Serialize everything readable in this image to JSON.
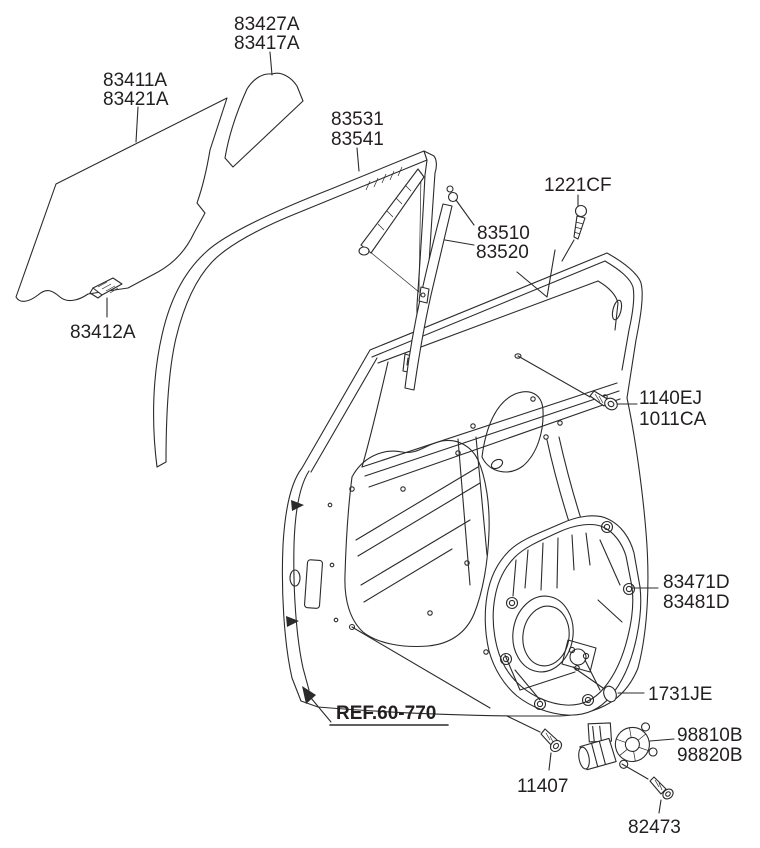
{
  "style": {
    "background": "#ffffff",
    "line_color": "#2b2b2b",
    "text_color": "#231f20"
  },
  "callouts": {
    "quarter_fixed_glass": {
      "lines": [
        "83427A",
        "83417A"
      ]
    },
    "door_window_glass": {
      "lines": [
        "83411A",
        "83421A"
      ]
    },
    "glass_grip": {
      "lines": [
        "83412A"
      ]
    },
    "glass_run_channel": {
      "lines": [
        "83531",
        "83541"
      ]
    },
    "rear_glass_run": {
      "lines": [
        "83510",
        "83520"
      ]
    },
    "upper_screw": {
      "lines": [
        "1221CF"
      ]
    },
    "frame_bolt": {
      "lines": [
        "1140EJ",
        "1011CA"
      ]
    },
    "regulator_panel": {
      "lines": [
        "83471D",
        "83481D"
      ]
    },
    "plug_grommet": {
      "lines": [
        "1731JE"
      ]
    },
    "door_reference": {
      "lines": [
        "REF.60-770"
      ]
    },
    "regulator_motor": {
      "lines": [
        "98810B",
        "98820B"
      ]
    },
    "panel_bolt": {
      "lines": [
        "11407"
      ]
    },
    "motor_screw": {
      "lines": [
        "82473"
      ]
    }
  }
}
